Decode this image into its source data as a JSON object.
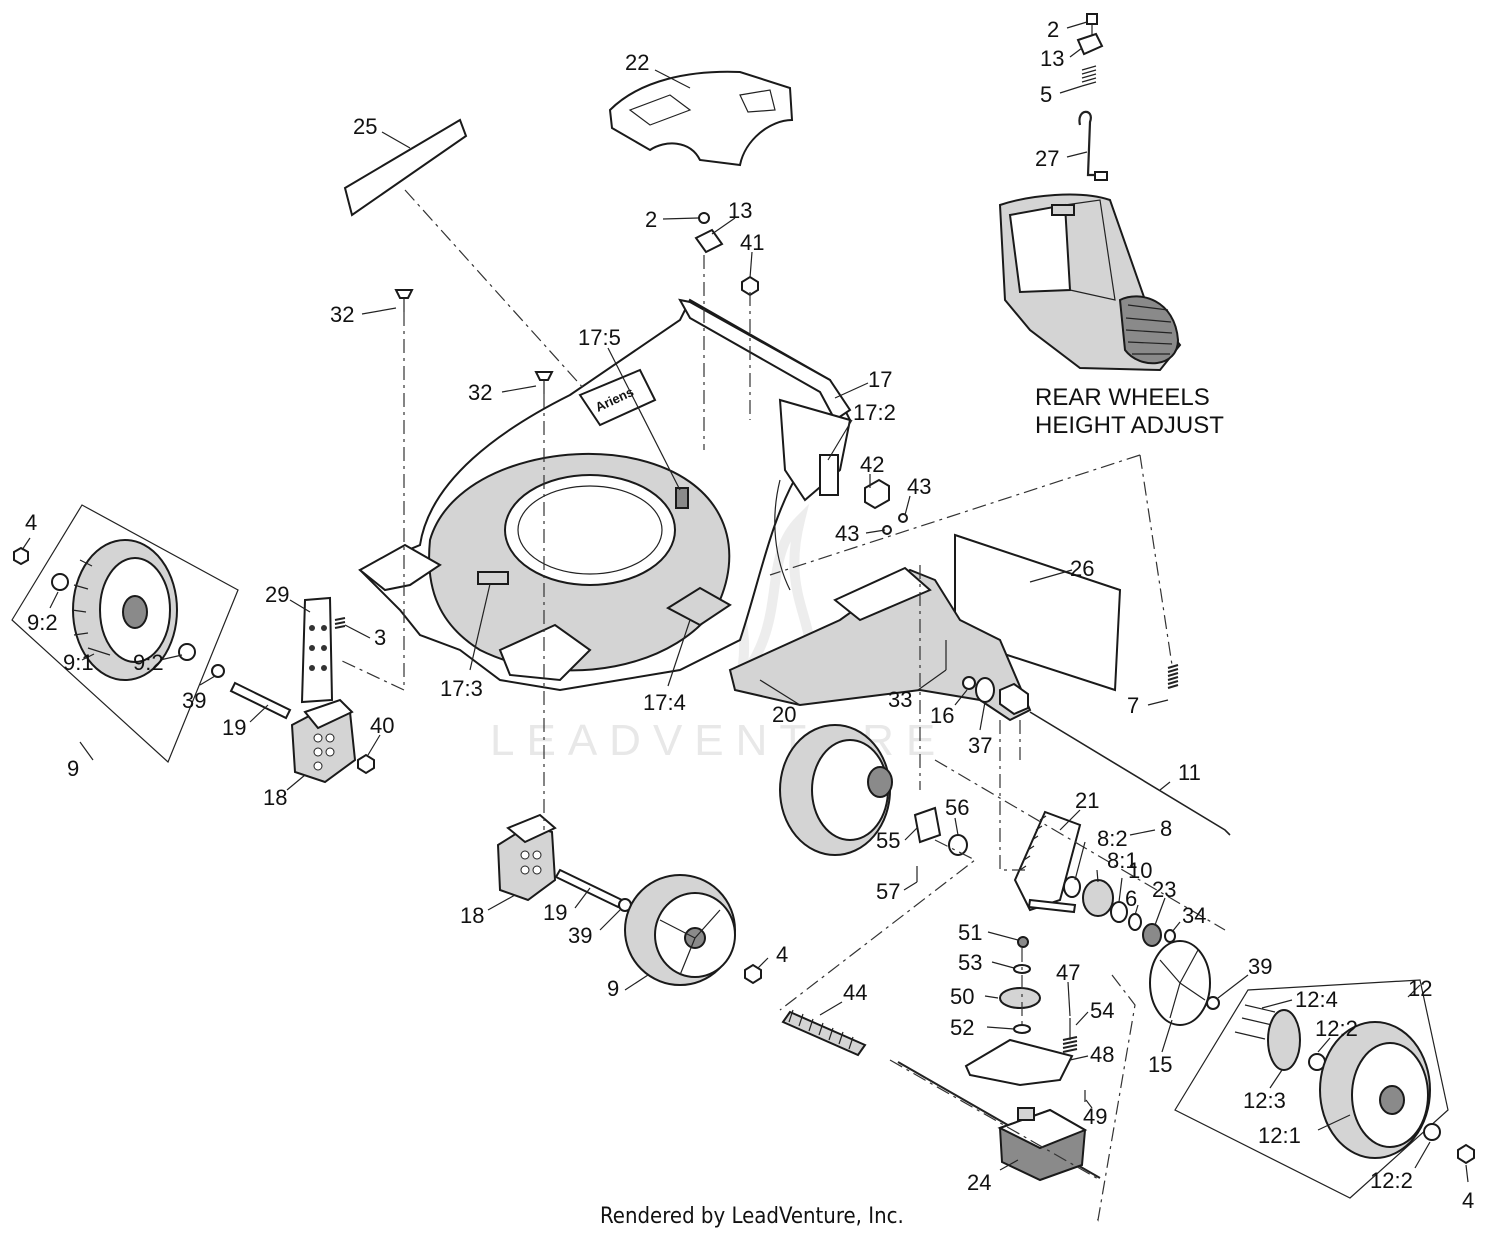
{
  "caption": {
    "line1": "REAR WHEELS",
    "line2": "HEIGHT ADJUST"
  },
  "watermark": "LEADVENTURE",
  "footer": "Rendered by LeadVenture, Inc.",
  "deck_brand_mark": "Ariens",
  "labels": [
    {
      "text": "2"
    },
    {
      "text": "13"
    },
    {
      "text": "5"
    },
    {
      "text": "27"
    },
    {
      "text": "22"
    },
    {
      "text": "25"
    },
    {
      "text": "2"
    },
    {
      "text": "13"
    },
    {
      "text": "41"
    },
    {
      "text": "32"
    },
    {
      "text": "32"
    },
    {
      "text": "17:5"
    },
    {
      "text": "17"
    },
    {
      "text": "17:2"
    },
    {
      "text": "42"
    },
    {
      "text": "43"
    },
    {
      "text": "43"
    },
    {
      "text": "26"
    },
    {
      "text": "4"
    },
    {
      "text": "9:2"
    },
    {
      "text": "9:1"
    },
    {
      "text": "9:2"
    },
    {
      "text": "9"
    },
    {
      "text": "29"
    },
    {
      "text": "3"
    },
    {
      "text": "39"
    },
    {
      "text": "19"
    },
    {
      "text": "40"
    },
    {
      "text": "18"
    },
    {
      "text": "17:3"
    },
    {
      "text": "17:4"
    },
    {
      "text": "20"
    },
    {
      "text": "33"
    },
    {
      "text": "16"
    },
    {
      "text": "37"
    },
    {
      "text": "7"
    },
    {
      "text": "11"
    },
    {
      "text": "21"
    },
    {
      "text": "8:2"
    },
    {
      "text": "8"
    },
    {
      "text": "8:1"
    },
    {
      "text": "10"
    },
    {
      "text": "6"
    },
    {
      "text": "23"
    },
    {
      "text": "34"
    },
    {
      "text": "55"
    },
    {
      "text": "56"
    },
    {
      "text": "57"
    },
    {
      "text": "18"
    },
    {
      "text": "19"
    },
    {
      "text": "39"
    },
    {
      "text": "4"
    },
    {
      "text": "9"
    },
    {
      "text": "44"
    },
    {
      "text": "51"
    },
    {
      "text": "53"
    },
    {
      "text": "47"
    },
    {
      "text": "50"
    },
    {
      "text": "54"
    },
    {
      "text": "52"
    },
    {
      "text": "48"
    },
    {
      "text": "49"
    },
    {
      "text": "24"
    },
    {
      "text": "15"
    },
    {
      "text": "39"
    },
    {
      "text": "12"
    },
    {
      "text": "12:4"
    },
    {
      "text": "12:2"
    },
    {
      "text": "12:3"
    },
    {
      "text": "12:1"
    },
    {
      "text": "12:2"
    },
    {
      "text": "4"
    }
  ]
}
